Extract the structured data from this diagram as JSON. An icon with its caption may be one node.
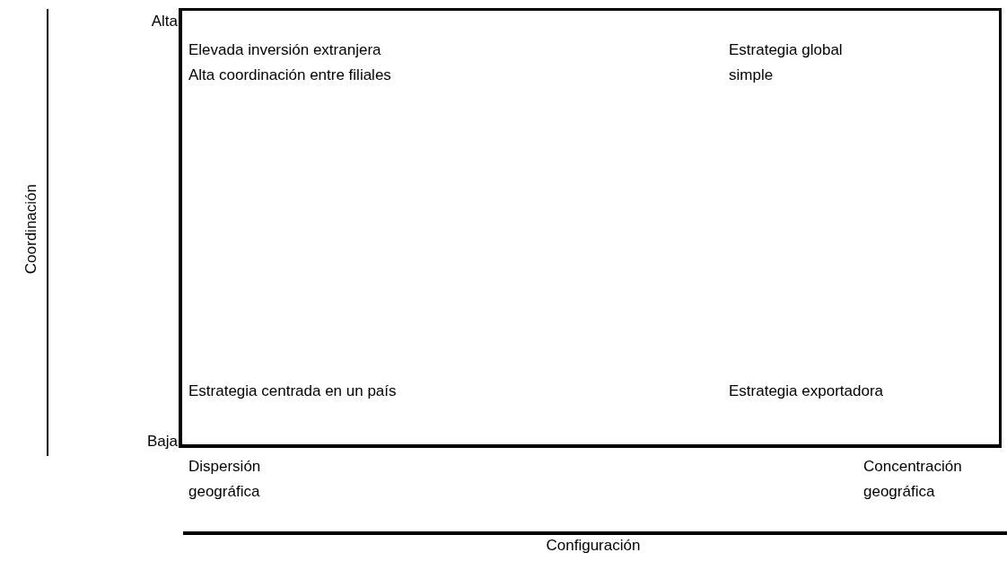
{
  "diagram": {
    "labels": [
      "Coordinación",
      "Alta",
      "Elevada inversión extranjera",
      "Alta coordinación entre filiales",
      "Estrategia global simple",
      "Estrategia centrada en un país",
      "Estrategia exportadora",
      "Baja",
      "Dispersión geográfica",
      "Concentración geográfica",
      "Configuración"
    ]
  }
}
